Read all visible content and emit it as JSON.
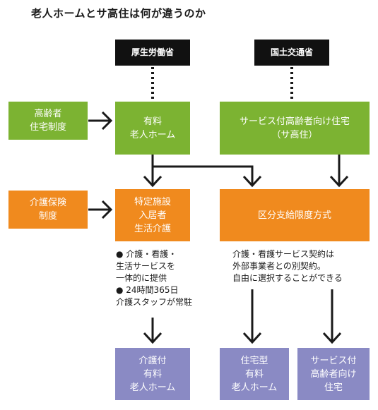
{
  "title": "老人ホームとサ高住は何が違うのか",
  "ministries": {
    "mhlw": "厚生労働省",
    "mlit": "国土交通省"
  },
  "left_systems": {
    "elderly_housing": [
      "高齢者",
      "住宅制度"
    ],
    "care_insurance": [
      "介護保険",
      "制度"
    ]
  },
  "middle": {
    "paid_home": [
      "有料",
      "老人ホーム"
    ],
    "specified_facility": [
      "特定施設",
      "入居者",
      "生活介護"
    ]
  },
  "right": {
    "sakoju": [
      "サービス付高齢者向け住宅",
      "（サ高住）"
    ],
    "limit_method": [
      "区分支給限度方式"
    ]
  },
  "notes": {
    "left": [
      "● 介護・看護・",
      "生活サービスを",
      "一体的に提供",
      "● 24時間365日",
      "介護スタッフが常駐"
    ],
    "right": [
      "介護・看護サービス契約は",
      "外部事業者との別契約。",
      "自由に選択することができる"
    ]
  },
  "results": {
    "care_home": [
      "介護付",
      "有料",
      "老人ホーム"
    ],
    "residential_home": [
      "住宅型",
      "有料",
      "老人ホーム"
    ],
    "sakoju": [
      "サービス付",
      "高齢者向け",
      "住宅"
    ]
  },
  "colors": {
    "green": "#7cb332",
    "orange": "#f08a1e",
    "purple": "#8a8ac4",
    "black": "#111111"
  }
}
